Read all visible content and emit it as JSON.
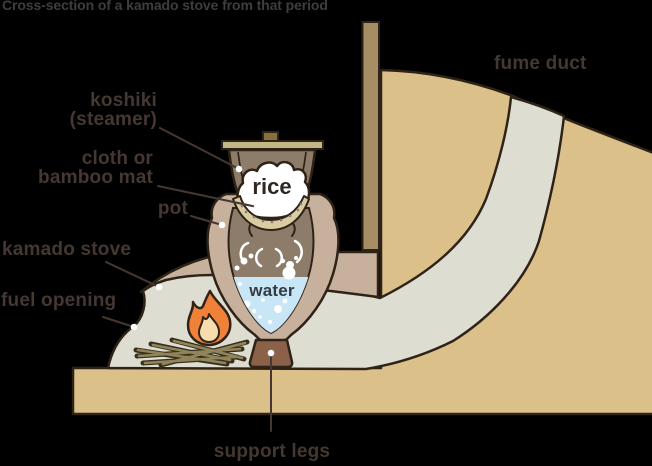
{
  "title": "Cross-section of a kamado stove from that period",
  "labels": {
    "koshiki_line1": "koshiki",
    "koshiki_line2": "(steamer)",
    "cloth_line1": "cloth or",
    "cloth_line2": "bamboo mat",
    "pot": "pot",
    "kamado_stove": "kamado stove",
    "fuel_opening": "fuel opening",
    "fume_duct": "fume duct",
    "support_legs": "support legs",
    "rice": "rice",
    "water": "water"
  },
  "colors": {
    "background": "#000000",
    "outline": "#2f2318",
    "earth": "#dbc08a",
    "duct": "#deddd2",
    "stove_band": "#c7b19d",
    "pot_wall": "#c7b19d",
    "interior": "#8d7c6a",
    "post": "#a78d63",
    "lid": "#c3b787",
    "knob": "#86703c",
    "leg": "#8c6149",
    "water": "#c9e6f7",
    "flame": "#ef8138",
    "flame_inner": "#f6ddae",
    "mat": "#d9cba4",
    "stick": "#8f845a",
    "label_text": "#453731",
    "title_text": "#3e3e3e"
  }
}
